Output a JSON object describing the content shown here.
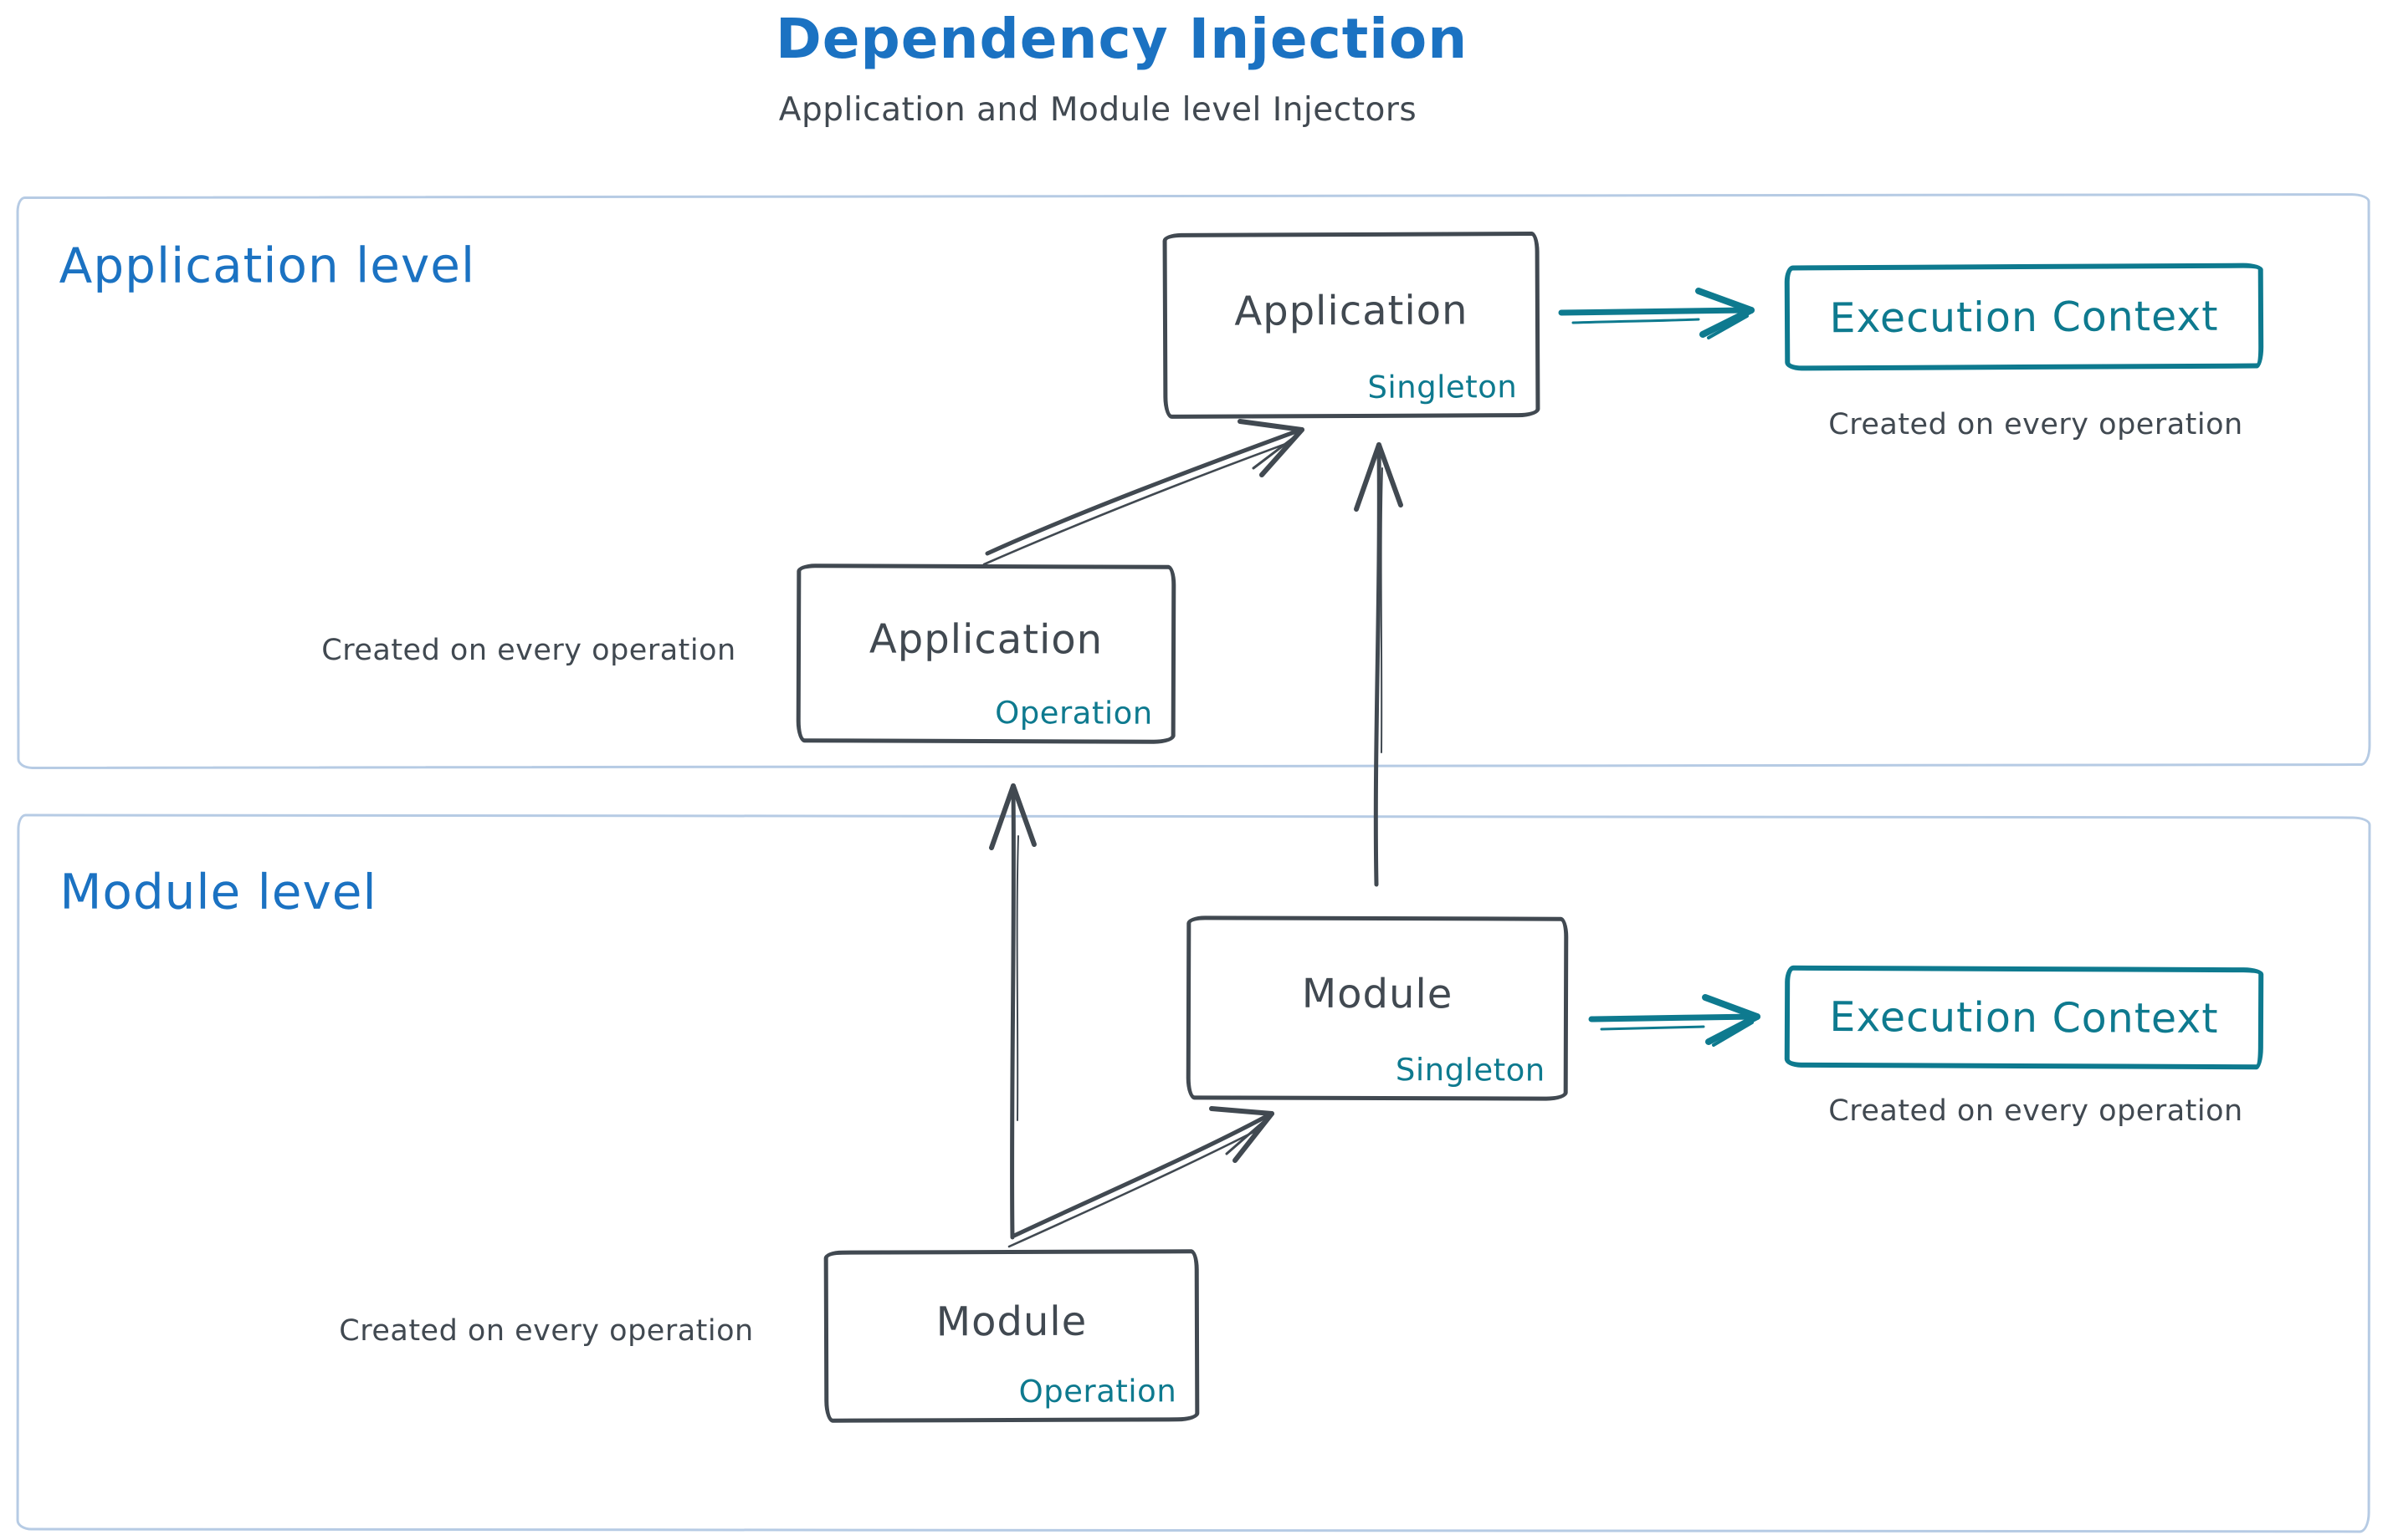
{
  "header": {
    "title": "Dependency Injection",
    "subtitle": "Application and Module level Injectors"
  },
  "colors": {
    "blue": "#1b72c2",
    "dark": "#414951",
    "teal": "#0e7a8f",
    "section": "#b6cbe4",
    "bg": "#ffffff"
  },
  "sections": [
    {
      "label": "Application level",
      "node_singleton": {
        "title": "Application",
        "subtitle": "Singleton"
      },
      "node_operation": {
        "title": "Application",
        "subtitle": "Operation"
      },
      "operation_caption": "Created on every operation",
      "execution_context": {
        "label": "Execution Context",
        "caption": "Created on every operation"
      }
    },
    {
      "label": "Module level",
      "node_singleton": {
        "title": "Module",
        "subtitle": "Singleton"
      },
      "node_operation": {
        "title": "Module",
        "subtitle": "Operation"
      },
      "operation_caption": "Created on every operation",
      "execution_context": {
        "label": "Execution Context",
        "caption": "Created on every operation"
      }
    }
  ]
}
